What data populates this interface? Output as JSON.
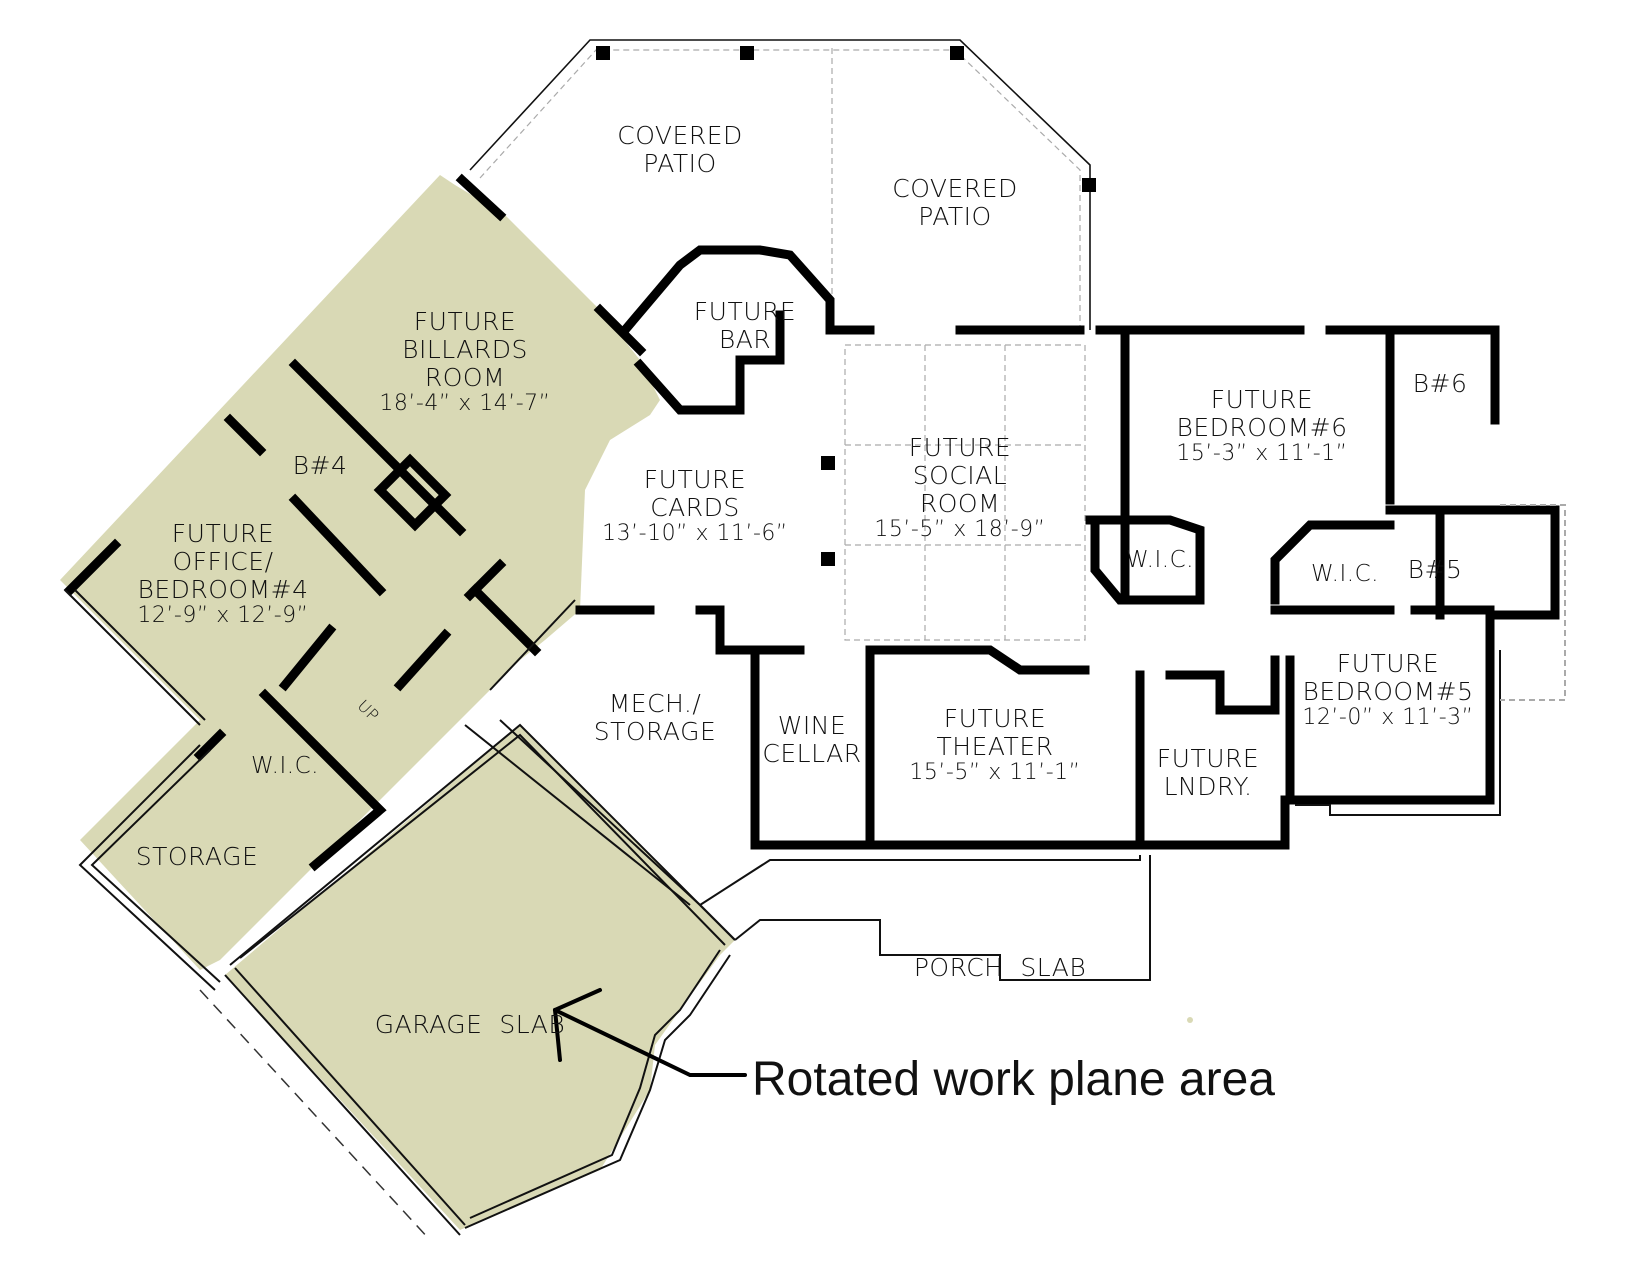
{
  "colors": {
    "rotated_fill": "#D9D9B5",
    "wall": "#000000",
    "background": "#FFFFFF",
    "dashed": "#999999"
  },
  "annotation": {
    "text": "Rotated work plane area",
    "arrow": "arrow-icon"
  },
  "rooms": {
    "covered_patio_left": {
      "line1": "COVERED",
      "line2": "PATIO"
    },
    "covered_patio_right": {
      "line1": "COVERED",
      "line2": "PATIO"
    },
    "billiards": {
      "line1": "FUTURE",
      "line2": "BILLARDS",
      "line3": "ROOM",
      "dim": "18’-4” x 14’-7”"
    },
    "bar": {
      "line1": "FUTURE",
      "line2": "BAR"
    },
    "cards": {
      "line1": "FUTURE",
      "line2": "CARDS",
      "dim": "13’-10” x 11’-6”"
    },
    "social": {
      "line1": "FUTURE",
      "line2": "SOCIAL",
      "line3": "ROOM",
      "dim": "15’-5” x 18’-9”"
    },
    "bedroom6": {
      "line1": "FUTURE",
      "line2": "BEDROOM#6",
      "dim": "15’-3” x 11’-1”"
    },
    "bath6": {
      "line1": "B#6"
    },
    "wic_b6": {
      "line1": "W.I.C."
    },
    "wic_b5": {
      "line1": "W.I.C."
    },
    "bath5": {
      "line1": "B#5"
    },
    "bedroom5": {
      "line1": "FUTURE",
      "line2": "BEDROOM#5",
      "dim": "12’-0” x 11’-3”"
    },
    "bath4": {
      "line1": "B#4"
    },
    "office": {
      "line1": "FUTURE",
      "line2": "OFFICE/",
      "line3": "BEDROOM#4",
      "dim": "12’-9” x 12’-9”"
    },
    "wic_b4": {
      "line1": "W.I.C."
    },
    "storage": {
      "line1": "STORAGE"
    },
    "stairs": {
      "line1": "UP"
    },
    "mech": {
      "line1": "MECH./",
      "line2": "STORAGE"
    },
    "wine": {
      "line1": "WINE",
      "line2": "CELLAR"
    },
    "theater": {
      "line1": "FUTURE",
      "line2": "THEATER",
      "dim": "15’-5” x 11’-1”"
    },
    "laundry": {
      "line1": "FUTURE",
      "line2": "LNDRY."
    },
    "porch": {
      "line1": "PORCH  SLAB"
    },
    "garage": {
      "line1": "GARAGE  SLAB"
    }
  }
}
